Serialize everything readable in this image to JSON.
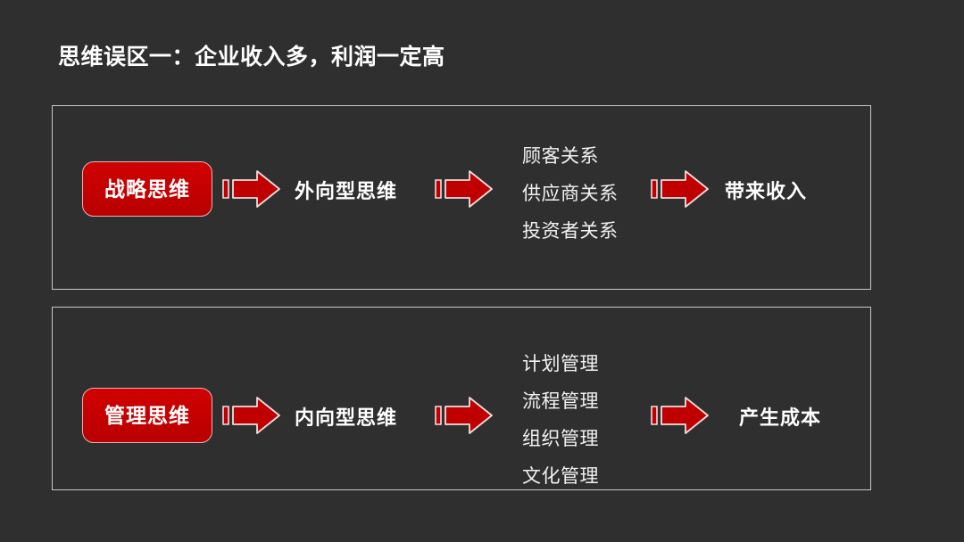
{
  "slide": {
    "title": "思维误区一：企业收入多，利润一定高",
    "background_color": "#2f2f2f",
    "accent_color": "#cc0000",
    "panel_border_color": "#c9c9c9",
    "text_color": "#ffffff"
  },
  "rows": [
    {
      "id": "strategic",
      "badge": "战略思维",
      "arrow_1": "right-arrow-icon",
      "heading": "外向型思维",
      "arrow_2": "right-arrow-icon",
      "list": [
        "顾客关系",
        "供应商关系",
        "投资者关系"
      ],
      "arrow_3": "right-arrow-icon",
      "outcome": "带来收入"
    },
    {
      "id": "management",
      "badge": "管理思维",
      "arrow_1": "right-arrow-icon",
      "heading": "内向型思维",
      "arrow_2": "right-arrow-icon",
      "list": [
        "计划管理",
        "流程管理",
        "组织管理",
        "文化管理"
      ],
      "arrow_3": "right-arrow-icon",
      "outcome": "产生成本"
    }
  ]
}
